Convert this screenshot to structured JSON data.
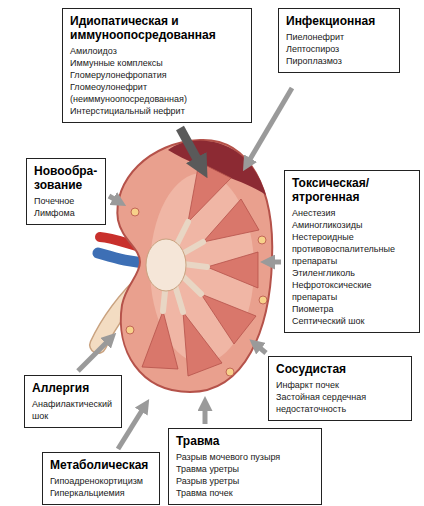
{
  "diagram": {
    "nodes": [
      {
        "text": [
          "Идиопатическая и иммуноопосредованная",
          "Амилоидоз",
          "Иммунные комплексы",
          "Гломерулонефропатия",
          "Гломеоулонефрит (неиммуноопосредованная)",
          "Интерстициальный нефрит"
        ]
      },
      {
        "text": [
          "Инфекционная",
          "Пиелонефрит",
          "Лептоспироз",
          "Пироплазмоз"
        ]
      },
      {
        "text": [
          "Новообра-зование",
          "Почечное",
          "Лимфома"
        ]
      },
      {
        "text": [
          "Токсическая/ ятрогенная",
          "Анестезия",
          "Аминогликозиды",
          "Нестероидные противовоспалительные препараты",
          "Этиленгликоль",
          "Нефротоксические препараты",
          "Пиометра",
          "Септический шок"
        ]
      },
      {
        "text": [
          "Сосудистая",
          "Инфаркт почек",
          "Застойная сердечная недостаточность"
        ]
      },
      {
        "text": [
          "Аллергия",
          "Анафилактический шок"
        ]
      },
      {
        "text": [
          "Травма",
          "Разрыв мочевого пузыря",
          "Травма уретры",
          "Разрыв уретры",
          "Травма почек"
        ]
      },
      {
        "text": [
          "Метаболическая",
          "Гипоадренокортицизм",
          "Гиперкальциемия"
        ]
      }
    ]
  }
}
